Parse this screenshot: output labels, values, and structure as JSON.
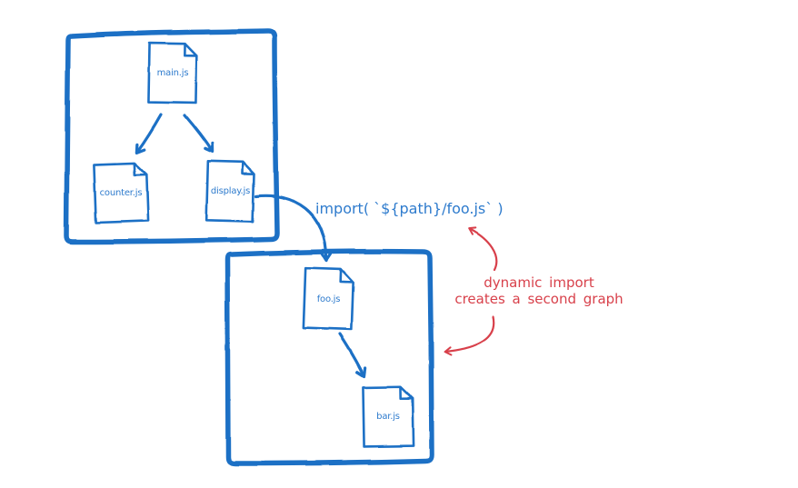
{
  "colors": {
    "ink_blue": "#1d70c5",
    "text_blue": "#2e7bcd",
    "ink_red": "#d8414b",
    "background": "#ffffff"
  },
  "diagram": {
    "node_icon": "file-page-icon",
    "graph1": {
      "files": [
        "main.js",
        "counter.js",
        "display.js"
      ],
      "edges": [
        {
          "from": "main.js",
          "to": "counter.js"
        },
        {
          "from": "main.js",
          "to": "display.js"
        }
      ]
    },
    "graph2": {
      "files": [
        "foo.js",
        "bar.js"
      ],
      "edges": [
        {
          "from": "foo.js",
          "to": "bar.js"
        }
      ]
    },
    "cross_edge": {
      "from": "display.js",
      "to": "foo.js",
      "label": "import( `${path}/foo.js` )"
    },
    "annotation": {
      "lines": [
        "dynamic import",
        "creates a second graph"
      ]
    }
  }
}
